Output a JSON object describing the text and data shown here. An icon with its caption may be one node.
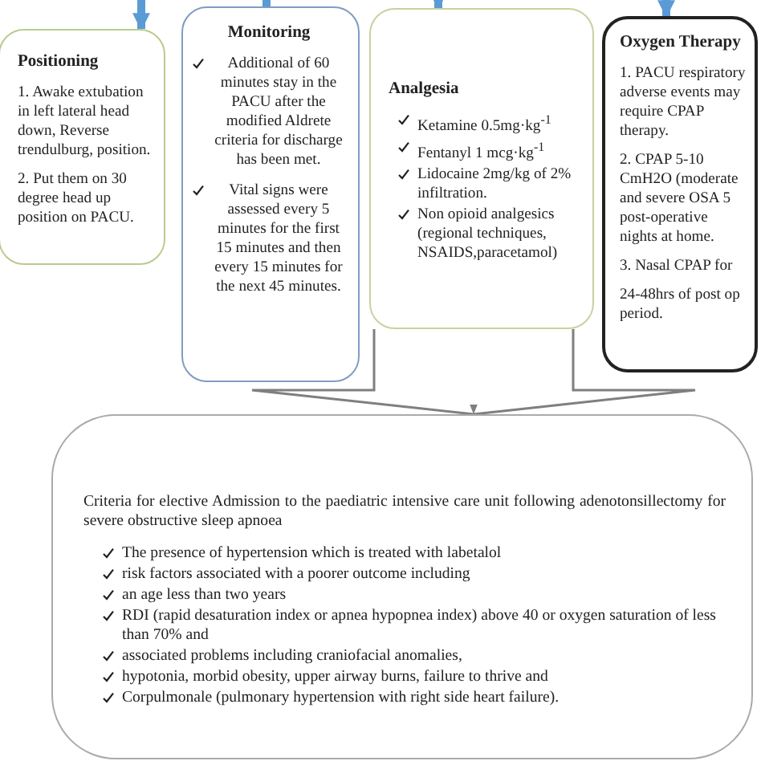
{
  "diagram": {
    "nodes": [
      {
        "text": [
          "Positioning",
          "1. Awake extubation in left lateral head down, Reverse trendulburg, position.",
          "2. Put them on 30 degree head up position on PACU."
        ]
      },
      {
        "text": [
          "Monitoring",
          "Additional of 60 minutes stay in the PACU after the modified Aldrete criteria for discharge has been met.",
          "Vital signs were assessed every 5 minutes for the first 15 minutes and then every 15 minutes for the next 45 minutes."
        ]
      },
      {
        "text": [
          "Analgesia",
          "Ketamine 0.5mg·kg$^{-1}$",
          "Fentanyl 1 mcg·kg$^{-1}$",
          "Lidocaine 2mg/kg of 2% infiltration.",
          "Non opioid analgesics (regional techniques, NSAIDS,paracetamol)"
        ]
      },
      {
        "text": [
          "Oxygen Therapy",
          "1. PACU respiratory adverse events may require CPAP therapy.",
          "2. CPAP 5-10 CmH2O (moderate and severe OSA 5 post-operative nights at home.",
          "3. Nasal CPAP for",
          "24-48hrs of post op period."
        ]
      },
      {
        "text": [
          "Criteria for elective Admission to the paediatric intensive care unit following adenotonsillectomy for severe obstructive sleep apnoea",
          "The presence of hypertension which is treated with labetalol",
          "risk factors associated with a poorer outcome including",
          "an age less than two years",
          "RDI (rapid desaturation index or apnea hypopnea index) above 40 or oxygen saturation of less than 70% and",
          "associated problems including craniofacial anomalies,",
          "hypotonia, morbid obesity, upper airway burns, failure to thrive and",
          "Corpulmonale (pulmonary hypertension with right side heart failure)."
        ]
      }
    ],
    "edges": [
      {
        "from": null,
        "to": 0,
        "arrow": "to"
      },
      {
        "from": null,
        "to": 1,
        "arrow": "to"
      },
      {
        "from": null,
        "to": 2,
        "arrow": "to"
      },
      {
        "from": null,
        "to": 3,
        "arrow": "to"
      },
      {
        "from": 2,
        "to": 4,
        "arrow": "to",
        "color": "#7f7f7f"
      }
    ]
  }
}
